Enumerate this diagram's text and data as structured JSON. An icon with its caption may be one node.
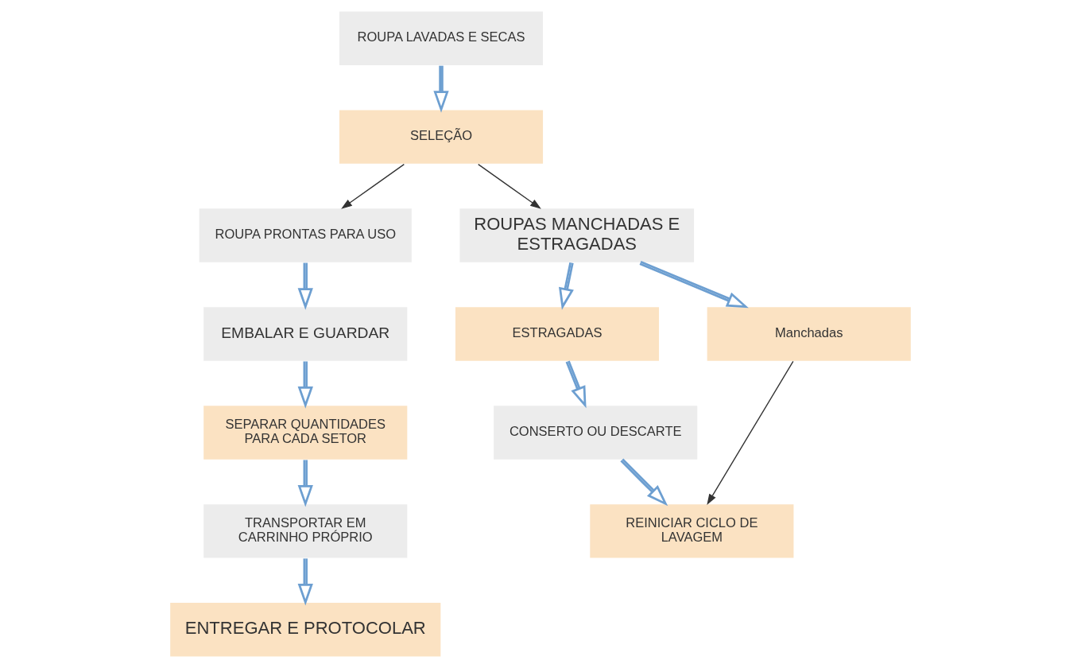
{
  "diagram": {
    "nodes": [
      {
        "text": [
          "ROUPA LAVADAS E SECAS"
        ]
      },
      {
        "text": [
          "SELEÇÃO"
        ]
      },
      {
        "text": [
          "ROUPA PRONTAS PARA USO"
        ]
      },
      {
        "text": [
          "EMBALAR E GUARDAR"
        ]
      },
      {
        "text": [
          "SEPARAR QUANTIDADES PARA CADA SETOR"
        ]
      },
      {
        "text": [
          "TRANSPORTAR EM CARRINHO PRÓPRIO"
        ]
      },
      {
        "text": [
          "ENTREGAR E PROTOCOLAR"
        ]
      },
      {
        "text": [
          "ROUPAS MANCHADAS E ESTRAGADAS"
        ]
      },
      {
        "text": [
          "ESTRAGADAS"
        ]
      },
      {
        "text": [
          "Manchadas"
        ]
      },
      {
        "text": [
          "CONSERTO OU DESCARTE"
        ]
      },
      {
        "text": [
          "REINICIAR CICLO DE LAVAGEM"
        ]
      }
    ],
    "edges": [
      {
        "from": 0,
        "to": 1,
        "arrow": "to"
      },
      {
        "from": 1,
        "to": 2,
        "arrow": "to",
        "color": "#333333"
      },
      {
        "from": 1,
        "to": 7,
        "arrow": "to",
        "color": "#333333"
      },
      {
        "from": 2,
        "to": 3,
        "arrow": "to"
      },
      {
        "from": 3,
        "to": 4,
        "arrow": "to"
      },
      {
        "from": 4,
        "to": 5,
        "arrow": "to"
      },
      {
        "from": 5,
        "to": 6,
        "arrow": "to"
      },
      {
        "from": 7,
        "to": 8,
        "arrow": "to"
      },
      {
        "from": 7,
        "to": 9,
        "arrow": "to"
      },
      {
        "from": 8,
        "to": 10,
        "arrow": "to"
      },
      {
        "from": 10,
        "to": 11,
        "arrow": "to"
      },
      {
        "from": 9,
        "to": 11,
        "arrow": "to",
        "color": "#333333"
      }
    ]
  }
}
